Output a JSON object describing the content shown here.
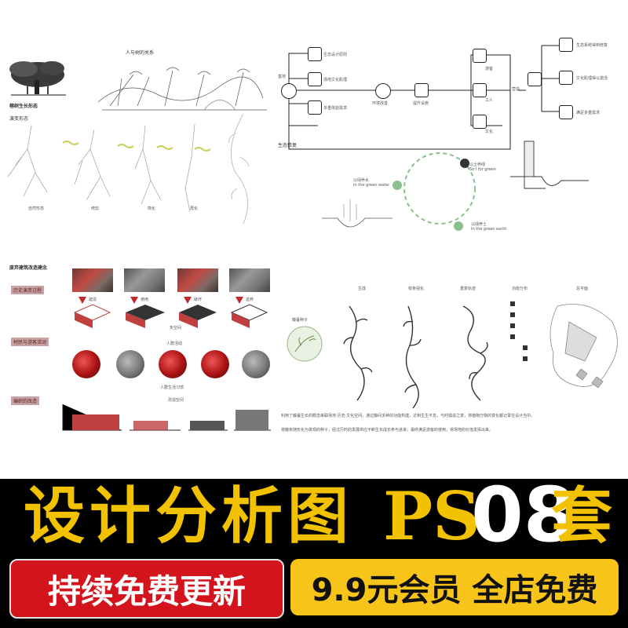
{
  "panel1": {
    "caption_top": "人与树的关系",
    "caption_left": "榕树生长形态",
    "caption_sub": "演变形态",
    "stage_labels": [
      "自然形态",
      "修剪",
      "简化",
      "再化"
    ]
  },
  "panel2": {
    "start_label": "基地",
    "boxes": [
      "生态设计原则",
      "场地文化肌理",
      "多重体验需求"
    ],
    "mid_labels": [
      "环境改善",
      "提升设施"
    ],
    "side_labels": [
      "游客",
      "工人",
      "文化"
    ],
    "center_label": "营造",
    "right_items": [
      "生态系统得到修复",
      "文化肌理得以激活",
      "满足多重需求"
    ],
    "section_title": "生态修复",
    "cycle_left": "以绿养水",
    "cycle_left_en": "In the green water",
    "cycle_right": "以土养绿",
    "cycle_right_en": "So I for green",
    "cycle_bottom": "以绿养土",
    "cycle_bottom_en": "In the green earth"
  },
  "panel3": {
    "title": "废弃建筑改造建念",
    "row_labels": [
      "历史演变过程",
      "村民与游客活动",
      "编织的改造"
    ],
    "step_labels": [
      "建造",
      "使用",
      "破坏",
      "遗弃"
    ],
    "mid_text_1": "负空间",
    "mid_text_2": "人群活动",
    "mid_text_3": "人群生活习惯",
    "mid_text_4": "改造空间"
  },
  "panel4": {
    "labels": [
      "生成",
      "枝条强化",
      "重复轨迹",
      "功能分布",
      "总平面"
    ],
    "seed_label": "藤蔓种子",
    "text_line_1": "利用了藤蔓生长的概念串联场地·历史·文化空间，通过藤间多种的功能构建，达到生生不息，与时俱进之意，将植物万物的变化都记录在设计当中。",
    "text_line_2": "将藤条随形化为景观的种子，经过历时的发展供应不断生长成长参与进来，最终满足游客的使用，将场地的价值发挥出来。"
  },
  "banner": {
    "title": "设计分析图",
    "ps": "PS",
    "number": "08",
    "suffix": "套",
    "left_pill": "持续免费更新",
    "right_pill": "9.9元会员 全店免费"
  },
  "colors": {
    "accent_yellow": "#f2c200",
    "accent_red": "#d4141c",
    "background_banner": "#000000",
    "plan_red": "#c04040",
    "cycle_green": "#8bbf8b"
  }
}
